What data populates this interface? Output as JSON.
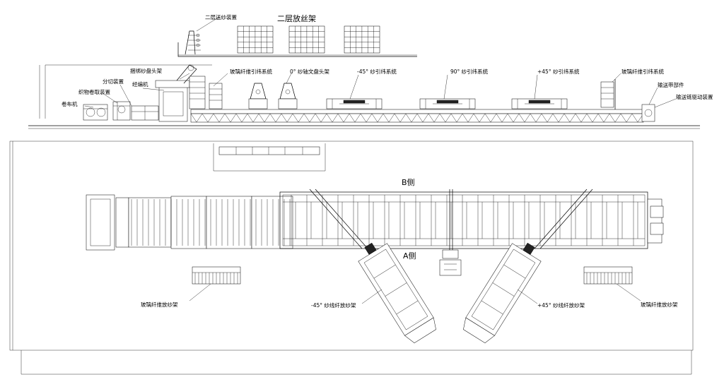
{
  "elevation": {
    "title_creel_2nd_layer": "二层放丝架",
    "labels": {
      "two_layer_feed": "二层送纱装置",
      "warp_creel_head": "捆绑纱盘头架",
      "warp_knitting": "经编机",
      "cutting": "分切装置",
      "fabric_takeup": "织物卷取装置",
      "roller": "卷布机",
      "glass_weft_left": "玻璃纤维引纬系统",
      "zero_axis": "0° 纱轴文盘头架",
      "minus45_weft": "-45° 纱引纬系统",
      "ninety_weft": "90° 纱引纬系统",
      "plus45_weft": "+45° 纱引纬系统",
      "glass_weft_right": "玻璃纤维引纬系统",
      "conveyor_part": "输送带部件",
      "conveyor_drive": "输送链驱动装置"
    }
  },
  "plan": {
    "side_b": "B侧",
    "side_a": "A侧",
    "labels": {
      "glass_creel_left": "玻璃纤维放纱架",
      "minus45_creel": "-45° 纱线纤放纱架",
      "plus45_creel": "+45° 纱线纤放纱架",
      "glass_creel_right": "玻璃纤维放纱架"
    }
  }
}
